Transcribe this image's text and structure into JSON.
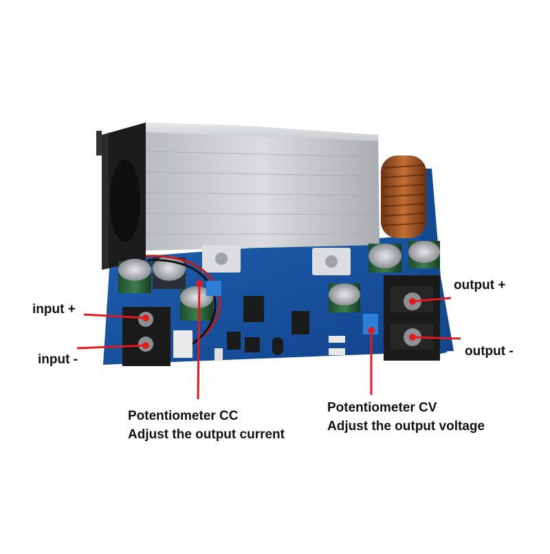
{
  "labels": {
    "input_plus": "input +",
    "input_minus": "input -",
    "output_plus": "output +",
    "output_minus": "output -",
    "cc_title": "Potentiometer CC",
    "cc_desc": "Adjust the output current",
    "cv_title": "Potentiometer CV",
    "cv_desc": "Adjust the output voltage"
  },
  "colors": {
    "callout": "#e11b1b",
    "pcb": "#1a56a0",
    "text": "#111111"
  }
}
